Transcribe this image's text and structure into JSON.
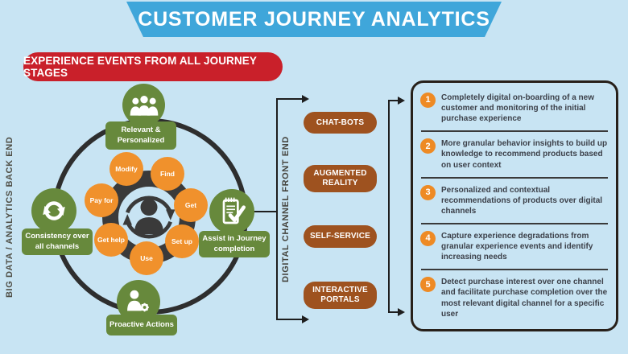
{
  "title": "CUSTOMER JOURNEY ANALYTICS",
  "badge": "EXPERIENCE EVENTS FROM ALL JOURNEY STAGES",
  "side_labels": {
    "left": "BIG DATA / ANALYTICS BACK END",
    "right": "DIGITAL CHANNEL FRONT END"
  },
  "stages": {
    "top": {
      "label": "Relevant & Personalized",
      "icon": "people-group-icon"
    },
    "left": {
      "label": "Consistency over all channels",
      "icon": "sync-arrows-icon"
    },
    "right": {
      "label": "Assist in Journey completion",
      "icon": "checklist-icon"
    },
    "bottom": {
      "label": "Proactive Actions",
      "icon": "person-gear-icon"
    }
  },
  "lifecycle_steps": [
    "Modify",
    "Find",
    "Pay for",
    "Get",
    "Get help",
    "Set up",
    "Use"
  ],
  "channels": [
    "CHAT-BOTS",
    "AUGMENTED REALITY",
    "SELF-SERVICE",
    "INTERACTIVE PORTALS"
  ],
  "insights": [
    {
      "number": "1",
      "text": "Completely digital on-boarding of a new customer and monitoring of the initial purchase experience"
    },
    {
      "number": "2",
      "text": "More granular behavior insights to build up knowledge to recommend products based on user context"
    },
    {
      "number": "3",
      "text": "Personalized and contextual recommendations of products over digital channels"
    },
    {
      "number": "4",
      "text": "Capture experience degradations from granular experience events and identify increasing needs"
    },
    {
      "number": "5",
      "text": "Detect purchase interest over one channel and facilitate purchase completion over the most relevant digital channel for a specific user"
    }
  ],
  "colors": {
    "background": "#c8e4f3",
    "banner_blue": "#3fa6da",
    "accent_red": "#c9202a",
    "olive_green": "#67893c",
    "orange": "#f0912c",
    "brown": "#9e521f",
    "dark_line": "#1e1e1e"
  }
}
